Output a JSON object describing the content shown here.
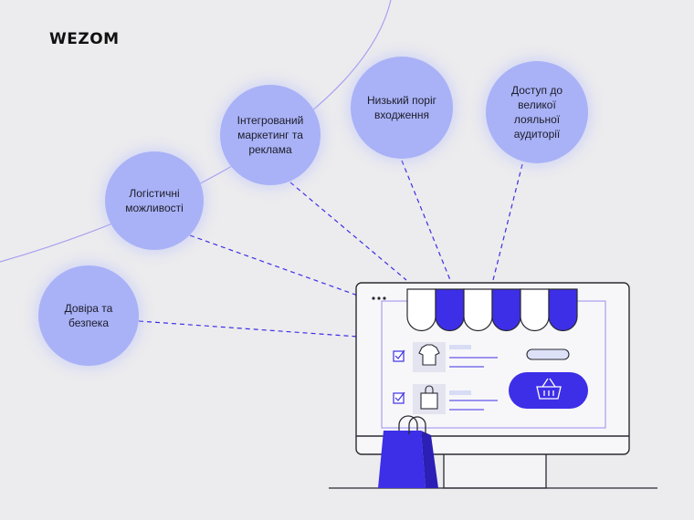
{
  "brand": {
    "logo_text": "WEZOM"
  },
  "colors": {
    "background": "#ececee",
    "bubble": "#a9b2f6",
    "accent": "#3d2ee8",
    "outline": "#2a2a33",
    "line": "#a9a0f0"
  },
  "benefits": [
    {
      "text": "Довіра та\nбезпека"
    },
    {
      "text": "Логістичні\nможливості"
    },
    {
      "text": "Інтегрований\nмаркетинг та\nреклама"
    },
    {
      "text": "Низький поріг\nвходження"
    },
    {
      "text": "Доступ до\nвеликої\nлояльної\nаудиторії"
    }
  ],
  "illustration": {
    "icons": [
      "monitor-icon",
      "awning-icon",
      "checkbox-icon",
      "tshirt-icon",
      "bag-icon",
      "basket-icon",
      "shopping-bag-icon"
    ]
  }
}
